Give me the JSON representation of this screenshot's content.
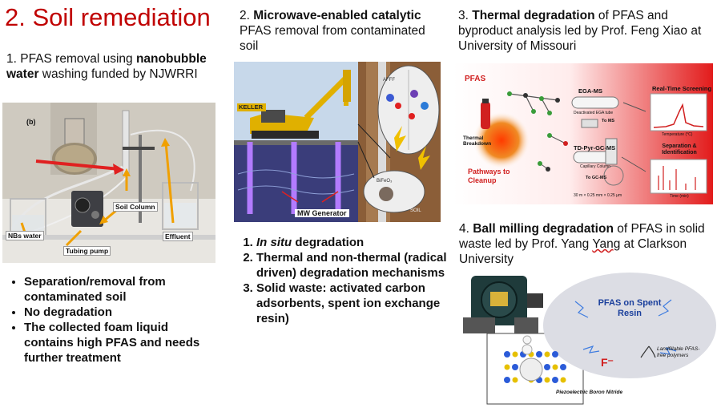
{
  "title": "2. Soil remediation",
  "s1": {
    "heading_pre": "1. PFAS removal using ",
    "heading_bold": "nanobubble water",
    "heading_post": " washing funded by NJWRRI",
    "photo_labels": {
      "panel": "(b)",
      "nbs": "NBs water",
      "pump": "Tubing pump",
      "column": "Soil Column",
      "effluent": "Effluent"
    },
    "bullets": [
      "Separation/removal from contaminated soil",
      "No degradation",
      "The collected foam liquid contains high PFAS and needs further treatment"
    ]
  },
  "s2": {
    "heading_pre": "2. ",
    "heading_bold1": "Microwave-enabled catalytic",
    "heading_post": " PFAS removal from contaminated soil",
    "fig_labels": {
      "brand": "KELLER",
      "generator": "MW Generator",
      "afff": "AFFF",
      "soil": "SOIL",
      "bifeo": "BiFeO₃"
    },
    "items": [
      {
        "text": "In situ degradation",
        "italic": "In situ",
        "rest": " degradation"
      },
      {
        "text": "Thermal and non-thermal (radical driven) degradation mechanisms"
      },
      {
        "text": "Solid waste: activated carbon adsorbents, spent ion exchange resin)"
      }
    ]
  },
  "s3": {
    "heading_pre": "3. ",
    "heading_bold": "Thermal degradation",
    "heading_post": " of PFAS and byproduct analysis led by Prof. Feng Xiao at University of Missouri",
    "fig_labels": {
      "pfas": "PFAS",
      "egams": "EGA-MS",
      "realtime": "Real-Time Screening",
      "deactivated": "Deactivated EGA tube",
      "toms": "To MS",
      "thermal": "Thermal Breakdown",
      "tdpyr": "TD-Pyr-GC-MS",
      "capillary": "Capillary Column",
      "togcms": "To GC-MS",
      "sepid": "Separation & Identification",
      "pathways": "Pathways to Cleanup",
      "dims": "30 m × 0.25 mm × 0.25 µm",
      "temp": "Temperature (°C)",
      "time": "Time (min)"
    }
  },
  "s4": {
    "heading_pre": "4. ",
    "heading_bold": "Ball milling degradation",
    "heading_post": " of PFAS in solid waste led by Prof. Yang ",
    "heading_underlined": "Yang",
    "heading_post2": " at Clarkson University",
    "fig_labels": {
      "pfas_on": "PFAS on Spent Resin",
      "fminus": "F⁻",
      "landfill": "Landfillable PFAS-free polymers",
      "bn": "Piezoelectric Boron Nitride"
    }
  },
  "colors": {
    "title": "#c00000",
    "accent_red": "#e21b1b",
    "blue": "#1a3f9c"
  }
}
